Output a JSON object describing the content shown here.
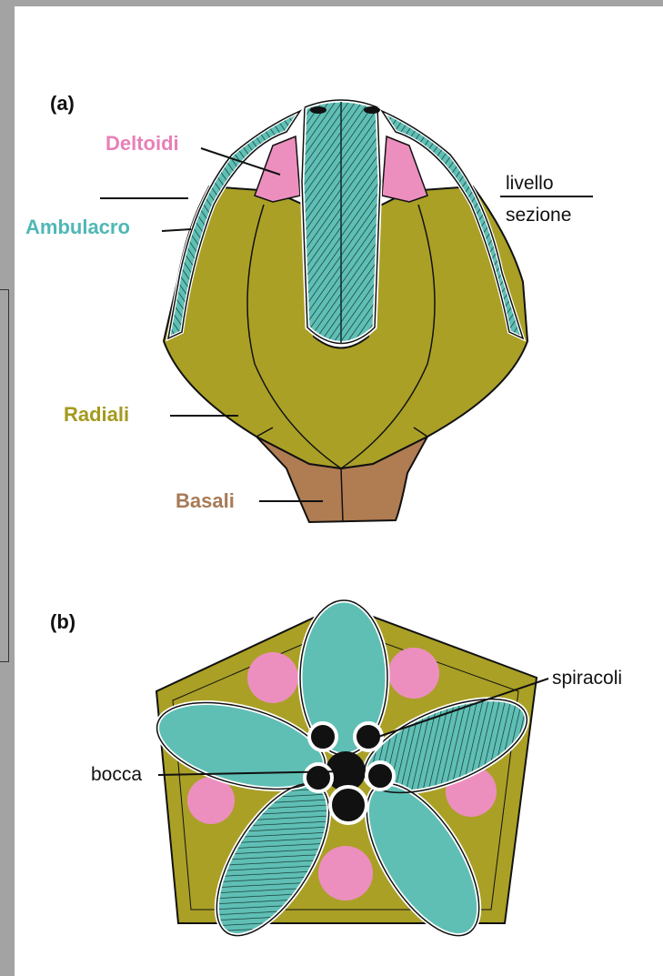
{
  "figure_a": {
    "panel_label": "(a)",
    "labels": {
      "deltoidi": "Deltoidi",
      "ambulacro": "Ambulacro",
      "radiali": "Radiali",
      "basali": "Basali",
      "livello": "livello",
      "sezione": "sezione"
    }
  },
  "figure_b": {
    "panel_label": "(b)",
    "labels": {
      "spiracoli": "spiracoli",
      "bocca": "bocca"
    }
  },
  "colors": {
    "ambulacral": "#5fbfb5",
    "deltoid": "#ec8fbf",
    "radial": "#aaa026",
    "basal": "#b07c52",
    "deltoid_label": "#e880b8",
    "ambulacro_label": "#4fb8b5",
    "radiali_label": "#a49a1e",
    "basali_label": "#a87a55"
  }
}
